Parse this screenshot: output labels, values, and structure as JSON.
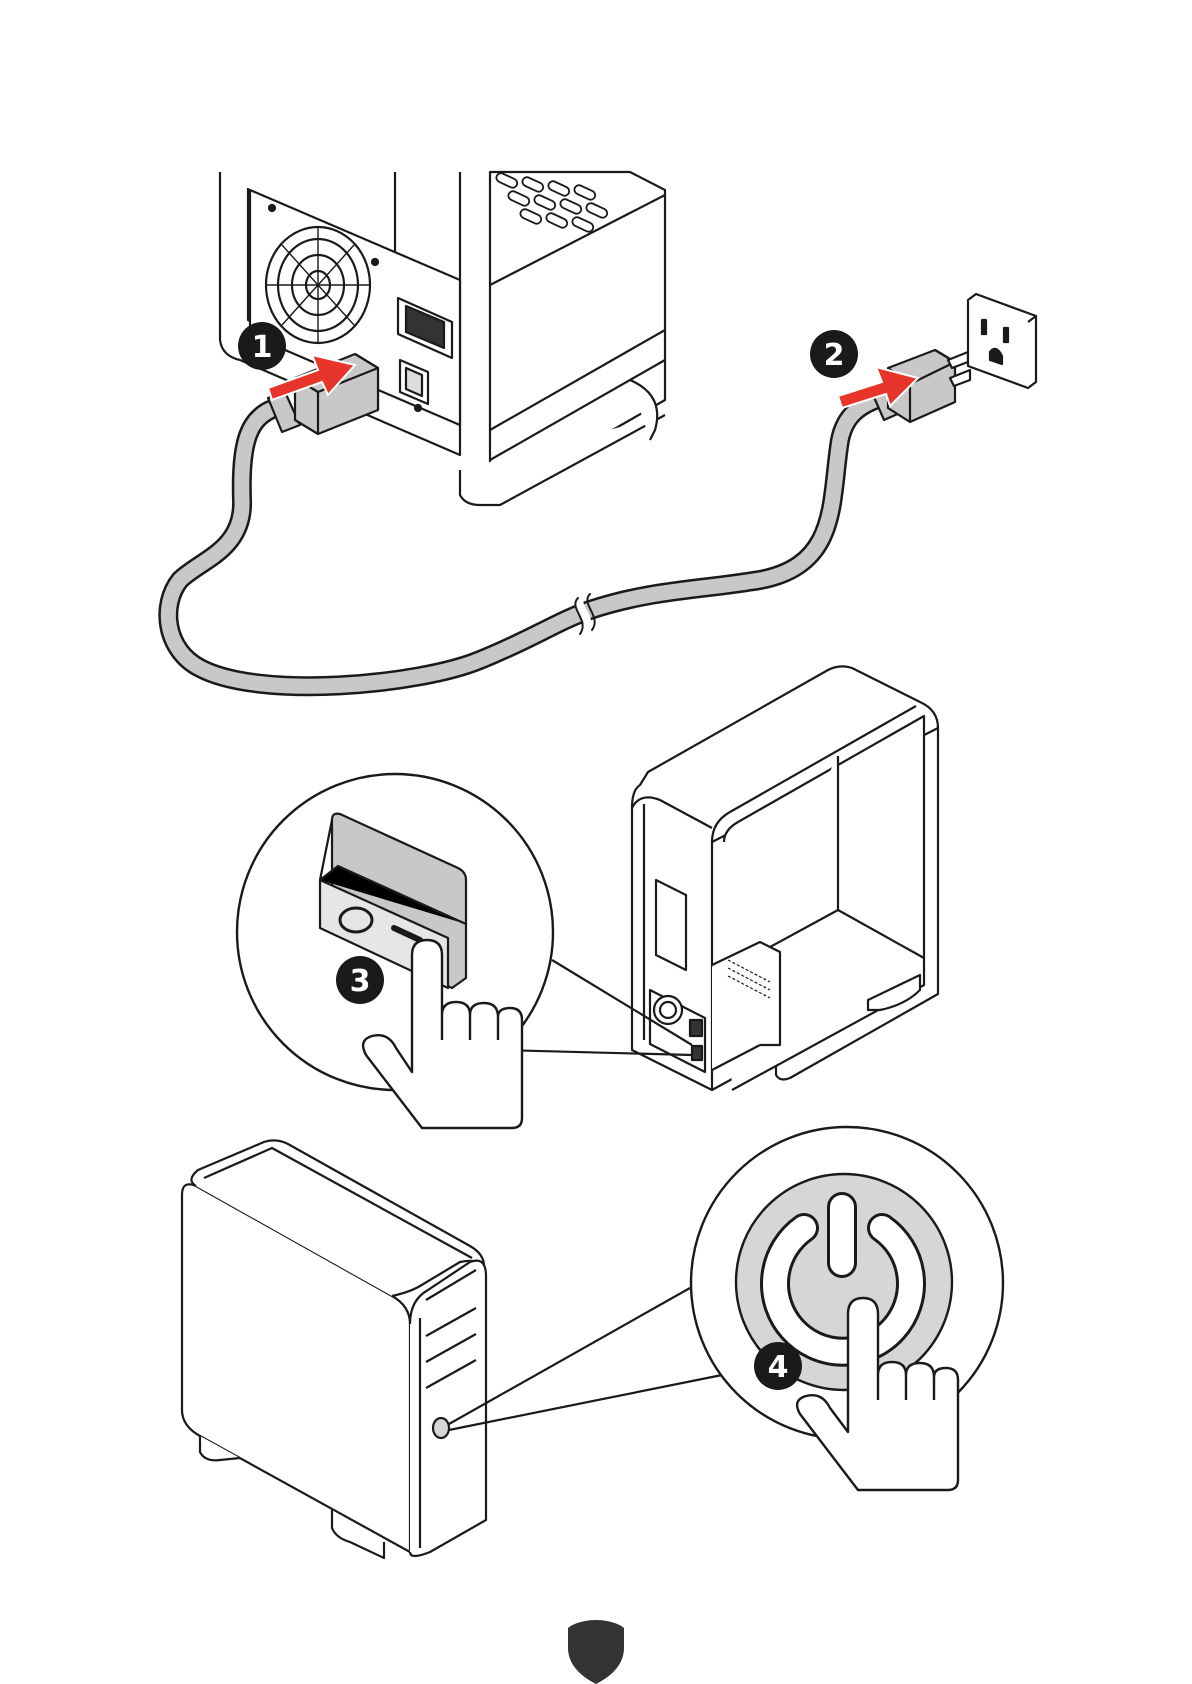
{
  "steps": [
    {
      "label": "1",
      "action": "plug-cord-into-psu"
    },
    {
      "label": "2",
      "action": "plug-cord-into-wall-outlet"
    },
    {
      "label": "3",
      "action": "turn-psu-switch-on"
    },
    {
      "label": "4",
      "action": "press-power-button"
    }
  ],
  "switch": {
    "off_symbol": "O",
    "on_symbol": "—"
  },
  "colors": {
    "arrow": "#e8352b",
    "cable": "#c8c8c8",
    "stroke": "#1a1a1a",
    "button_face": "#d6d6d6",
    "badge": "#1a1a1a"
  },
  "icons": {
    "footer": "shield-icon",
    "power": "power-icon",
    "hand": "pointing-hand-icon"
  }
}
